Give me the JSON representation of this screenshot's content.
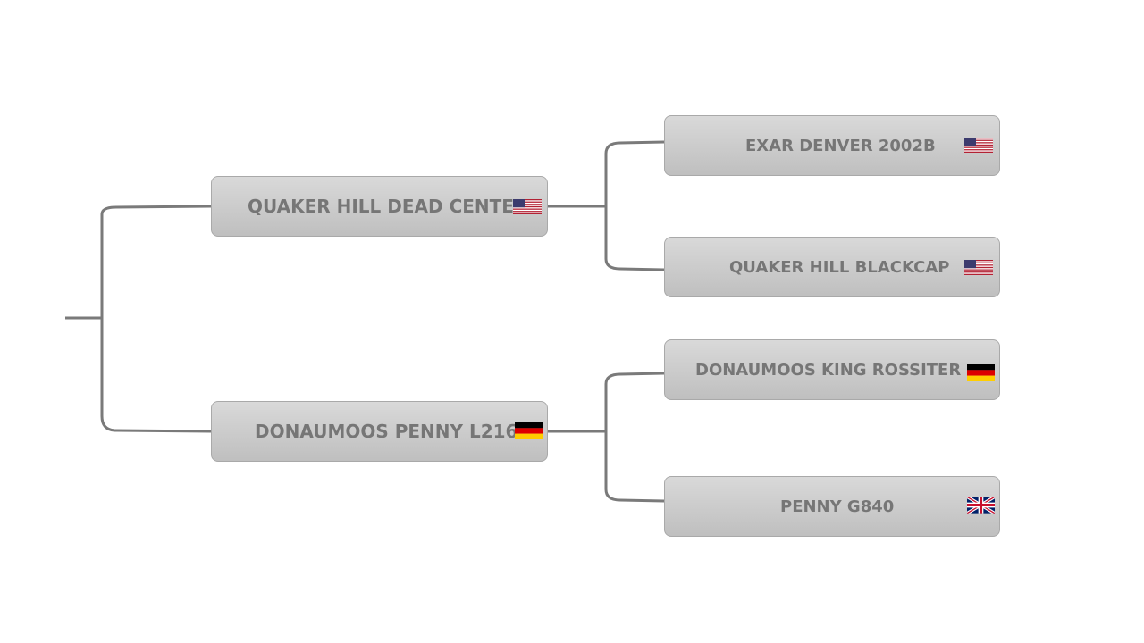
{
  "pedigree": {
    "sire": {
      "name": "QUAKER HILL DEAD CENTER",
      "flag": "usa-flag-icon",
      "sire": {
        "name": "EXAR DENVER 2002B",
        "flag": "usa-flag-icon"
      },
      "dam": {
        "name": "QUAKER HILL BLACKCAP",
        "flag": "usa-flag-icon"
      }
    },
    "dam": {
      "name": "DONAUMOOS PENNY L216",
      "flag": "germany-flag-icon",
      "sire": {
        "name": "DONAUMOOS KING ROSSITER",
        "flag": "germany-flag-icon"
      },
      "dam": {
        "name": "PENNY G840",
        "flag": "uk-flag-icon"
      }
    }
  },
  "colors": {
    "connector": "#7a7a7a",
    "node_top": "#d9d9d9",
    "node_bottom": "#bfbfbf",
    "text": "#767676"
  }
}
